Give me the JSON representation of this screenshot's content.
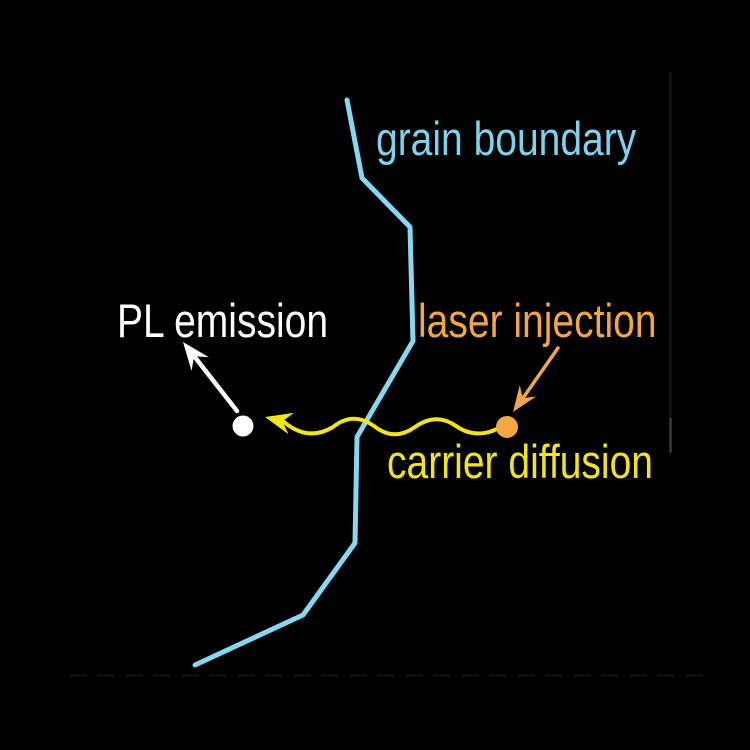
{
  "diagram": {
    "labels": {
      "grain_boundary": "grain boundary",
      "pl_emission": "PL emission",
      "laser_injection": "laser injection",
      "carrier_diffusion": "carrier diffusion"
    },
    "colors": {
      "background": "#000000",
      "grain_boundary_line": "#85d7f2",
      "grain_boundary_text": "#7fd2ee",
      "pl_emission": "#ffffff",
      "laser_injection": "#f2a744",
      "carrier_diffusion": "#f2e41c",
      "seam_faint": "#1a1a1a",
      "seam_bright": "#3a3a3a"
    }
  }
}
